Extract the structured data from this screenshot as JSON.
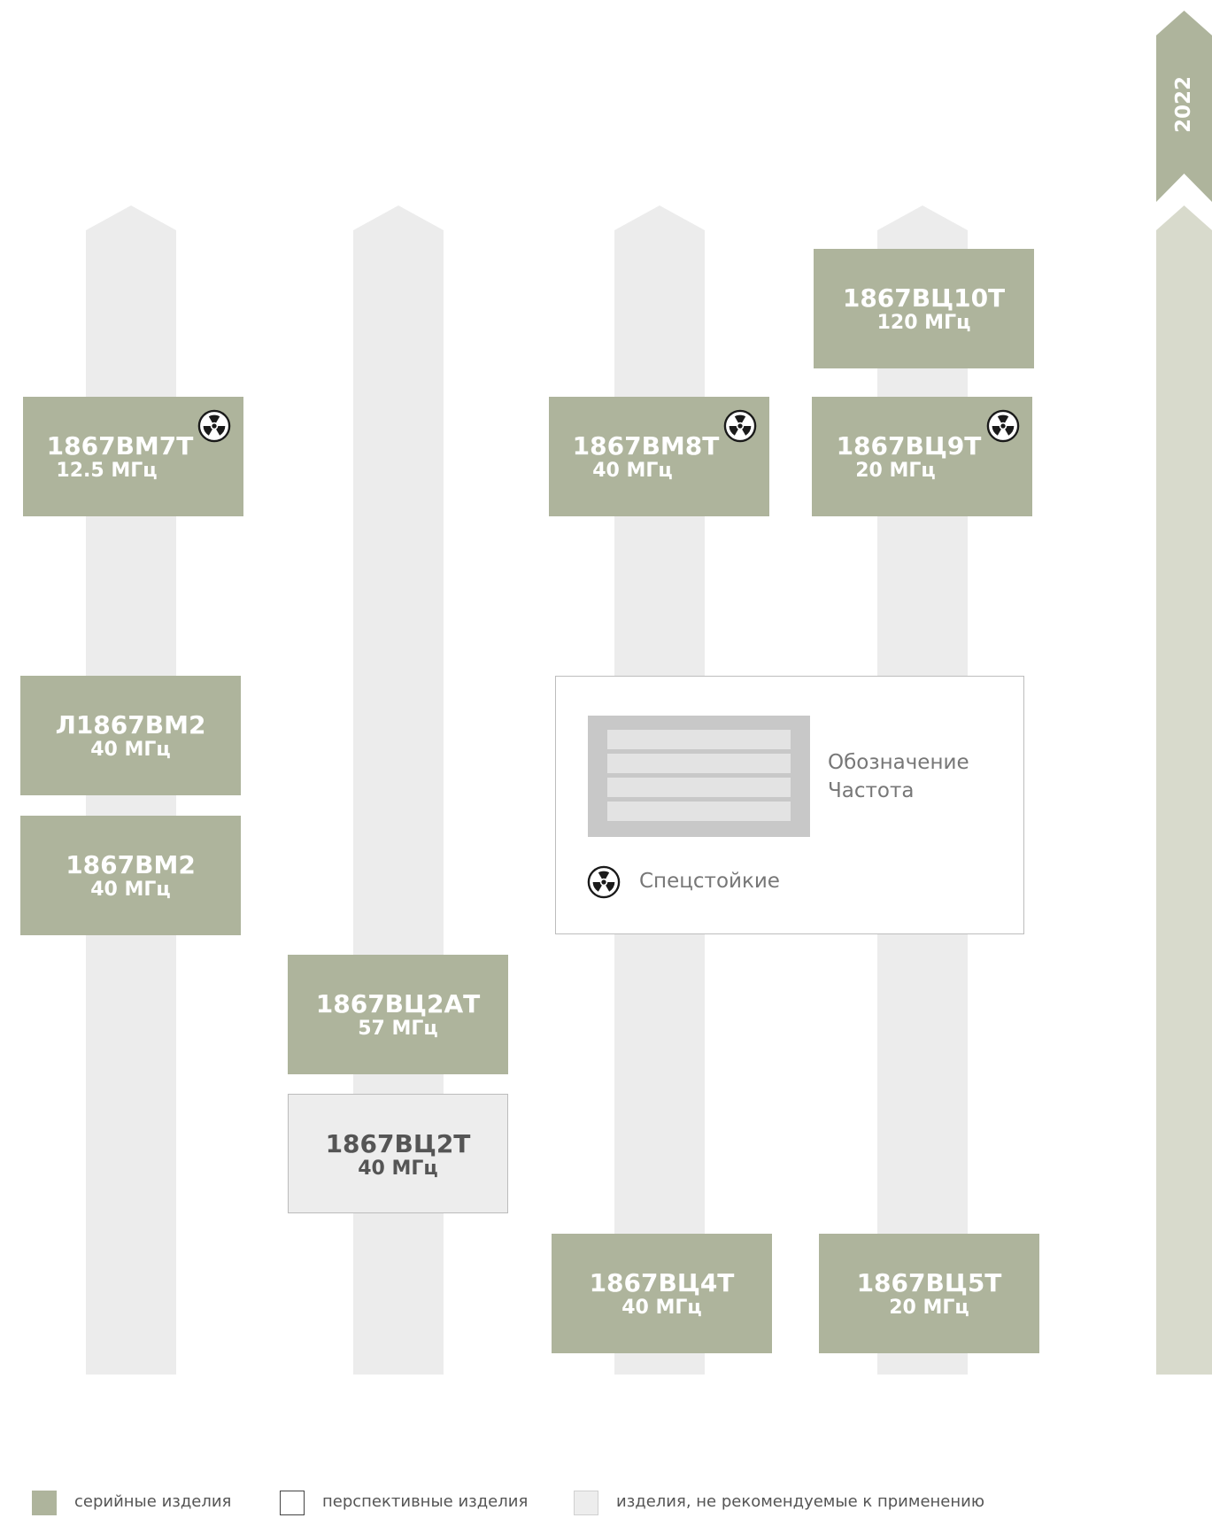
{
  "year": "2022",
  "colors": {
    "serial": "#aeb49c",
    "not_recommended": "#ededed",
    "track": "#ececec",
    "timeline_bar": "#d8dacc"
  },
  "products": {
    "vm7t": {
      "name": "1867ВМ7Т",
      "freq": "12.5 МГц",
      "status": "serial",
      "radiation_hardened": true
    },
    "vm8t": {
      "name": "1867ВМ8Т",
      "freq": "40 МГц",
      "status": "serial",
      "radiation_hardened": true
    },
    "vc9t": {
      "name": "1867ВЦ9Т",
      "freq": "20 МГц",
      "status": "serial",
      "radiation_hardened": true
    },
    "vc10t": {
      "name": "1867ВЦ10Т",
      "freq": "120 МГц",
      "status": "serial",
      "radiation_hardened": false
    },
    "l_vm2": {
      "name": "Л1867ВМ2",
      "freq": "40 МГц",
      "status": "serial",
      "radiation_hardened": false
    },
    "vm2": {
      "name": "1867ВМ2",
      "freq": "40 МГц",
      "status": "serial",
      "radiation_hardened": false
    },
    "vc2at": {
      "name": "1867ВЦ2АТ",
      "freq": "57 МГц",
      "status": "serial",
      "radiation_hardened": false
    },
    "vc2t": {
      "name": "1867ВЦ2Т",
      "freq": "40 МГц",
      "status": "not_recommended",
      "radiation_hardened": false
    },
    "vc4t": {
      "name": "1867ВЦ4Т",
      "freq": "40 МГц",
      "status": "serial",
      "radiation_hardened": false
    },
    "vc5t": {
      "name": "1867ВЦ5Т",
      "freq": "20 МГц",
      "status": "serial",
      "radiation_hardened": false
    }
  },
  "key": {
    "designation": "Обозначение",
    "frequency": "Частота",
    "radiation_hardened": "Спецстойкие",
    "radiation_icon": "radiation-icon"
  },
  "legend": {
    "serial": "серийные изделия",
    "prospective": "перспективные изделия",
    "not_recommended": "изделия, не рекомендуемые к применению"
  }
}
